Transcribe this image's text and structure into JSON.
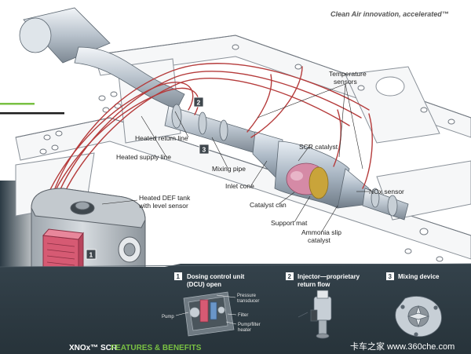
{
  "slogan": "Clean Air innovation, accelerated™",
  "labels": {
    "temperature_sensors_1": "Temperature",
    "temperature_sensors_2": "sensors",
    "heated_return_line": "Heated return line",
    "heated_supply_line": "Heated supply line",
    "mixing_pipe": "Mixing pipe",
    "inlet_cone": "Inlet cone",
    "scr_catalyst": "SCR catalyst",
    "nox_sensor": "NOx sensor",
    "catalyst_can": "Catalyst can",
    "support_mat": "Support mat",
    "ammonia_slip_1": "Ammonia slip",
    "ammonia_slip_2": "catalyst",
    "def_tank_1": "Heated DEF tank",
    "def_tank_2": "with level sensor"
  },
  "markers": [
    "1",
    "2",
    "3"
  ],
  "features": {
    "dcu": {
      "number": "1",
      "title_1": "Dosing control unit",
      "title_2": "(DCU) open",
      "callouts": {
        "pressure_1": "Pressure",
        "pressure_2": "transducer",
        "pump": "Pump",
        "filter": "Filter",
        "pump_filter_1": "Pump/filter",
        "pump_filter_2": "heater"
      }
    },
    "injector": {
      "number": "2",
      "title_1": "Injector—proprietary",
      "title_2": "return flow"
    },
    "mixing_device": {
      "number": "3",
      "title_1": "Mixing device"
    }
  },
  "brand": {
    "product": "XNOx™ SCR",
    "headline": "FEATURES & BENEFITS"
  },
  "watermark": "卡车之家 www.360che.com",
  "colors": {
    "panel_bg": "#2f3c44",
    "accent_green": "#79c143",
    "line_red": "#b53b3b",
    "dcu_pink": "#d65a73",
    "catalyst_pink": "#d58aa6",
    "catalyst_gold": "#c9a43a"
  }
}
